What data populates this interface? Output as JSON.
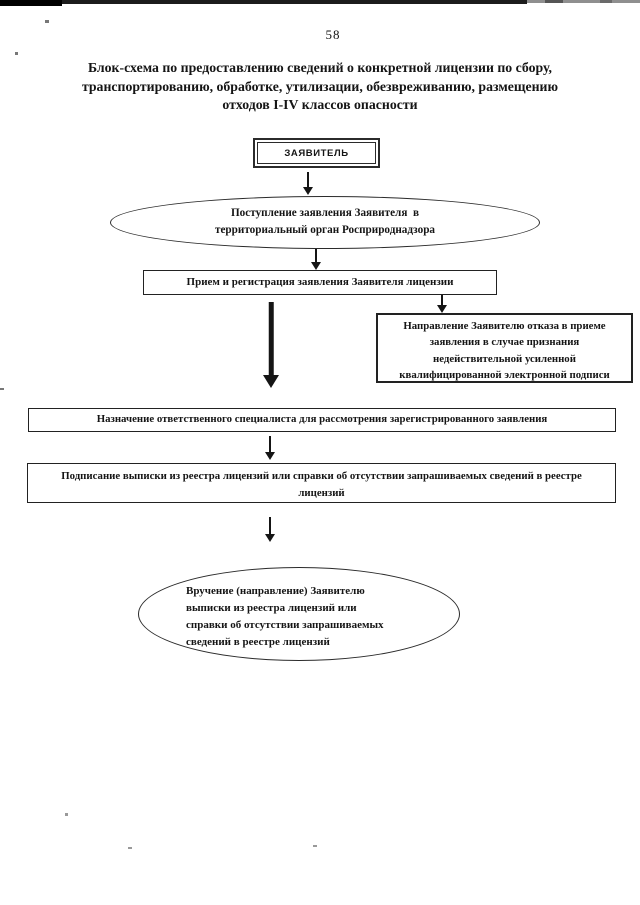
{
  "page": {
    "number": "58",
    "title": {
      "lines": [
        "Блок-схема по предоставлению сведений о конкретной лицензии по сбору,",
        "транспортированию, обработке, утилизации, обезвреживанию, размещению",
        "отходов I-IV классов опасности"
      ]
    }
  },
  "flowchart": {
    "applicant_label": "ЗАЯВИТЕЛЬ",
    "receipt": {
      "lines": [
        "Поступление заявления Заявителя  в",
        "территориальный орган Росприроднадзора"
      ]
    },
    "registration_label": "Прием и регистрация заявления Заявителя лицензии",
    "rejection": {
      "lines": [
        "Направление Заявителю отказа в приеме",
        "заявления в случае признания",
        "недействительной усиленной",
        "квалифицированной электронной подписи"
      ]
    },
    "assignment_label": "Назначение ответственного специалиста для рассмотрения зарегистрированного заявления",
    "signing_label": "Подписание выписки из реестра лицензий или справки об отсутствии запрашиваемых сведений в реестре лицензий",
    "delivery": {
      "lines": [
        "Вручение (направление) Заявителю",
        "выписки из реестра лицензий или",
        "справки об отсутствии запрашиваемых",
        "сведений в реестре лицензий"
      ]
    }
  }
}
